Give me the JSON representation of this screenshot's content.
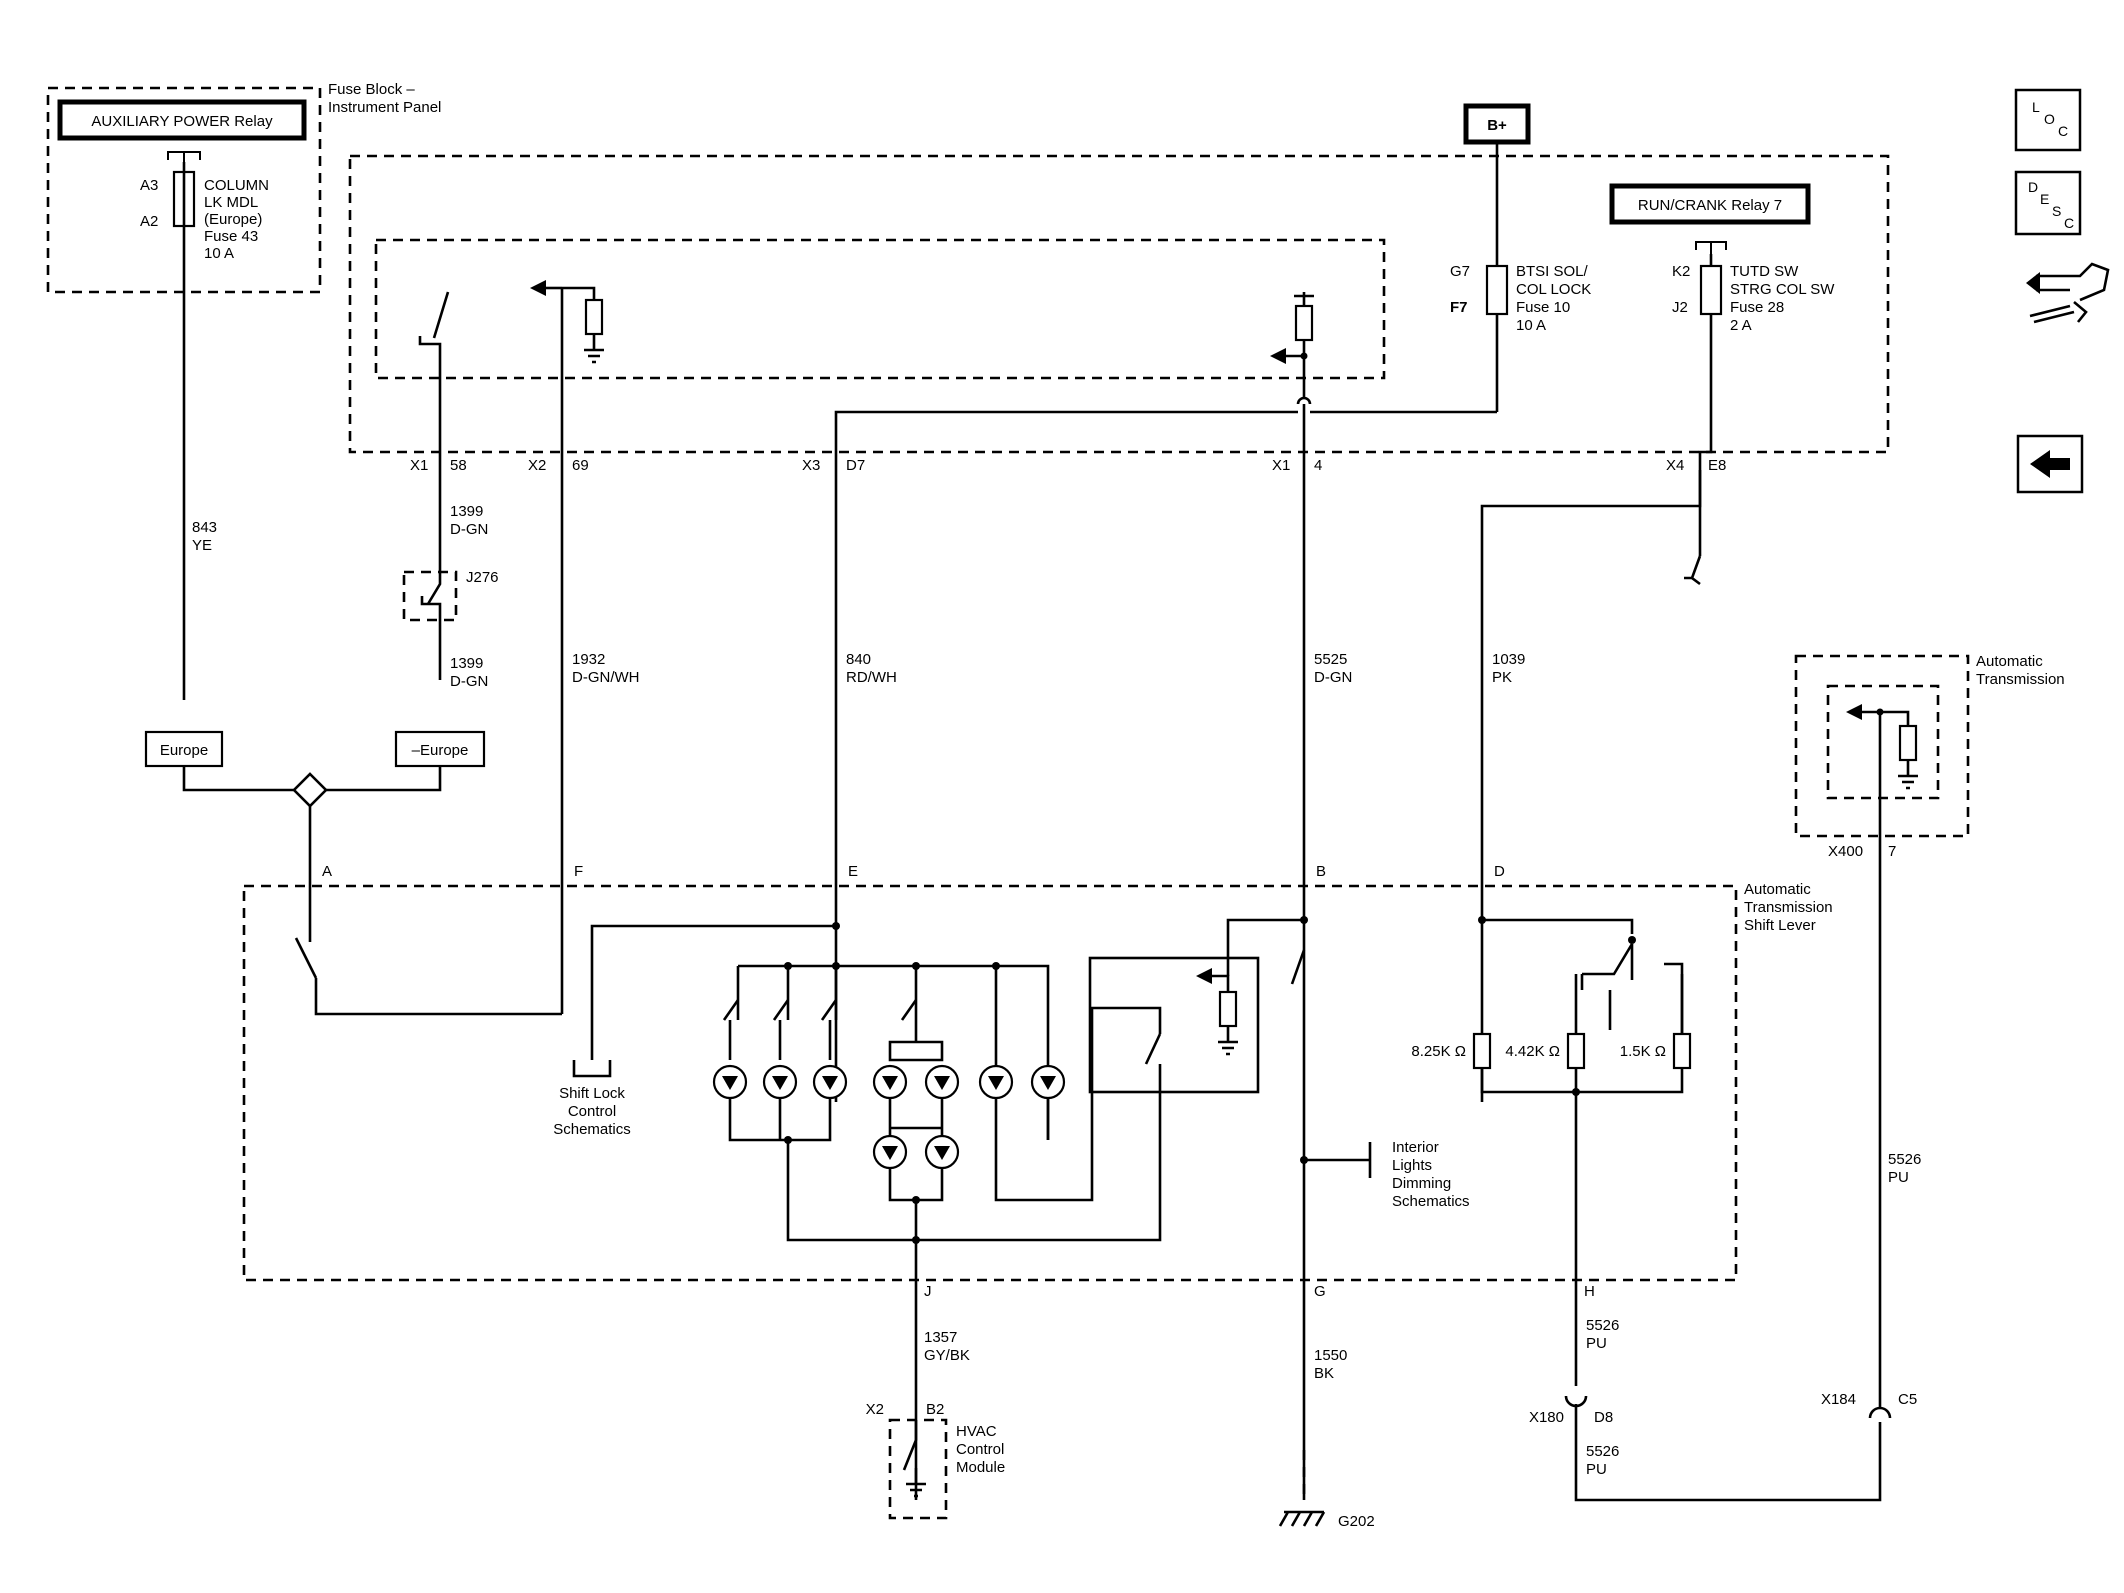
{
  "relays": {
    "aux_power": "AUXILIARY POWER Relay",
    "run_crank": "RUN/CRANK Relay 7",
    "b_plus": "B+"
  },
  "fuse_block": {
    "line1": "Fuse Block –",
    "line2": "Instrument Panel"
  },
  "fuse43": {
    "pin_top": "A3",
    "pin_bottom": "A2",
    "lines": [
      "COLUMN",
      "LK MDL",
      "(Europe)",
      "Fuse 43",
      "10 A"
    ]
  },
  "fuse10": {
    "pin_top": "G7",
    "pin_bottom": "F7",
    "lines": [
      "BTSI SOL/",
      "COL LOCK",
      "Fuse 10",
      "10 A"
    ]
  },
  "fuse28": {
    "pin_top": "K2",
    "pin_bottom": "J2",
    "lines": [
      "TUTD SW",
      "STRG COL SW",
      "Fuse 28",
      "2 A"
    ]
  },
  "connectors_top": [
    {
      "conn": "X1",
      "pin": "58"
    },
    {
      "conn": "X2",
      "pin": "69"
    },
    {
      "conn": "X3",
      "pin": "D7"
    },
    {
      "conn": "X1",
      "pin": "4"
    },
    {
      "conn": "X4",
      "pin": "E8"
    }
  ],
  "wires": {
    "w843": {
      "num": "843",
      "color": "YE"
    },
    "w1399a": {
      "num": "1399",
      "color": "D-GN"
    },
    "w1399b": {
      "num": "1399",
      "color": "D-GN"
    },
    "w1932": {
      "num": "1932",
      "color": "D-GN/WH"
    },
    "w840": {
      "num": "840",
      "color": "RD/WH"
    },
    "w5525": {
      "num": "5525",
      "color": "D-GN"
    },
    "w1039": {
      "num": "1039",
      "color": "PK"
    },
    "w5526r": {
      "num": "5526",
      "color": "PU"
    },
    "w1357": {
      "num": "1357",
      "color": "GY/BK"
    },
    "w1550": {
      "num": "1550",
      "color": "BK"
    },
    "w5526h": {
      "num": "5526",
      "color": "PU"
    },
    "w5526b": {
      "num": "5526",
      "color": "PU"
    }
  },
  "splice": "J276",
  "options": {
    "europe": "Europe",
    "not_europe": "–Europe"
  },
  "shift_lever_pins": {
    "A": "A",
    "F": "F",
    "E": "E",
    "B": "B",
    "D": "D",
    "J": "J",
    "G": "G",
    "H": "H"
  },
  "automatic_transmission": {
    "line1": "Automatic",
    "line2": "Transmission",
    "conn": "X400",
    "pin": "7"
  },
  "shift_lever": {
    "line1": "Automatic",
    "line2": "Transmission",
    "line3": "Shift Lever"
  },
  "resistors": {
    "r1": "8.25K Ω",
    "r2": "4.42K Ω",
    "r3": "1.5K Ω"
  },
  "shift_lock_ref": [
    "Shift Lock",
    "Control",
    "Schematics"
  ],
  "interior_ref": [
    "Interior",
    "Lights",
    "Dimming",
    "Schematics"
  ],
  "hvac": {
    "conn": "X2",
    "pin": "B2",
    "lines": [
      "HVAC",
      "Control",
      "Module"
    ]
  },
  "ground": "G202",
  "inline_connectors": {
    "x180": {
      "conn": "X180",
      "pin": "D8"
    },
    "x184": {
      "conn": "X184",
      "pin": "C5"
    }
  },
  "nav": {
    "loc": [
      "L",
      "O",
      "C"
    ],
    "desc": [
      "D",
      "E",
      "S",
      "C"
    ]
  }
}
